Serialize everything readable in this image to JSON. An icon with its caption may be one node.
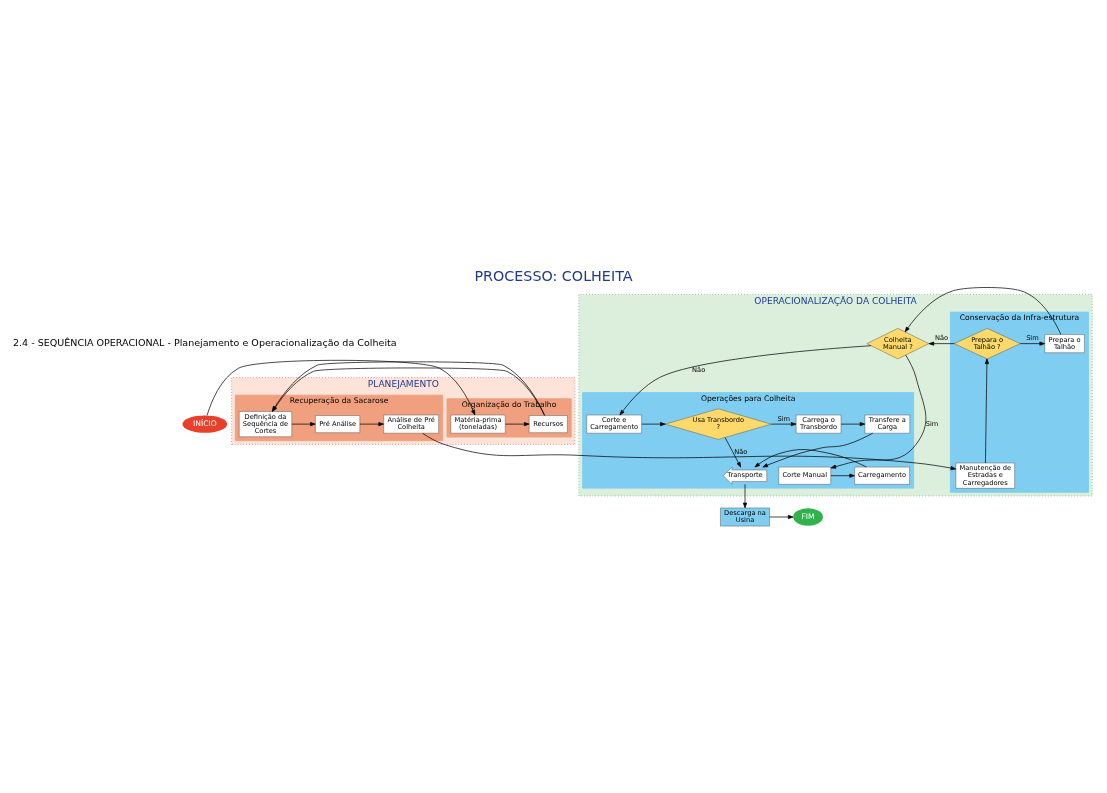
{
  "diagram": {
    "title": "PROCESSO: COLHEITA",
    "nodes": [
      {
        "text": [
          "INÍCIO"
        ]
      },
      {
        "text": [
          "PLANEJAMENTO"
        ]
      },
      {
        "text": [
          "Organização do Trabalho"
        ],
        "in": 1
      },
      {
        "text": [
          "Matéria-prima (toneladas)"
        ],
        "in": 2
      },
      {
        "text": [
          "Recursos"
        ],
        "in": 2
      },
      {
        "text": [
          "Recuperação da Sacarose"
        ],
        "in": 1
      },
      {
        "text": [
          "Definição da Sequência de Cortes"
        ],
        "in": 5
      },
      {
        "text": [
          "Pré Análise"
        ],
        "in": 5
      },
      {
        "text": [
          "Análise de Pré Colheita"
        ],
        "in": 5
      },
      {
        "text": [
          "OPERACIONALIZAÇÃO DA COLHEITA"
        ]
      },
      {
        "text": [
          "Operações para Colheita"
        ],
        "in": 9
      },
      {
        "text": [
          "Transporte"
        ],
        "in": 10
      },
      {
        "text": [
          "Carregamento"
        ],
        "in": 10
      },
      {
        "text": [
          "Corte Manual"
        ],
        "in": 10
      },
      {
        "text": [
          "Transfere a Carga"
        ],
        "in": 10
      },
      {
        "text": [
          "Carrega o Transbordo"
        ],
        "in": 10
      },
      {
        "text": [
          "Usa Transbordo ?"
        ],
        "in": 10
      },
      {
        "text": [
          "Corte e Carregamento"
        ],
        "in": 10
      },
      {
        "text": [
          "Colheita Manual ?"
        ],
        "in": 9
      },
      {
        "text": [
          "Conservação da Infra-estrutura"
        ],
        "in": 9
      },
      {
        "text": [
          "Manutenção de Estradas e Carregadores"
        ],
        "in": 19
      },
      {
        "text": [
          "Prepara o Talhão"
        ],
        "in": 19
      },
      {
        "text": [
          "Prepara o Talhão ?"
        ],
        "in": 19
      },
      {
        "text": [
          "Descarga na Usina"
        ]
      },
      {
        "text": [
          "FIM"
        ]
      }
    ],
    "edges": [
      {
        "from": 0,
        "to": 3,
        "arrow": "to"
      },
      {
        "from": 3,
        "to": 4,
        "arrow": "to"
      },
      {
        "from": 4,
        "to": 6,
        "arrow": "to"
      },
      {
        "from": 6,
        "to": 7,
        "arrow": "to"
      },
      {
        "from": 7,
        "to": 8,
        "arrow": "to"
      },
      {
        "from": 8,
        "to": 20,
        "arrow": "to"
      },
      {
        "from": 20,
        "to": 22,
        "arrow": "to"
      },
      {
        "from": 22,
        "to": 21,
        "arrow": "to",
        "label": "Sim"
      },
      {
        "from": 22,
        "to": 18,
        "arrow": "to",
        "label": "Não"
      },
      {
        "from": 21,
        "to": 18,
        "arrow": "to"
      },
      {
        "from": 18,
        "to": 13,
        "arrow": "to",
        "label": "Sim"
      },
      {
        "from": 18,
        "to": 17,
        "arrow": "to",
        "label": "Não"
      },
      {
        "from": 13,
        "to": 12,
        "arrow": "to"
      },
      {
        "from": 12,
        "to": 11,
        "arrow": "to"
      },
      {
        "from": 17,
        "to": 16,
        "arrow": "to"
      },
      {
        "from": 16,
        "to": 15,
        "arrow": "to",
        "label": "Sim"
      },
      {
        "from": 16,
        "to": 11,
        "arrow": "to",
        "label": "Não"
      },
      {
        "from": 15,
        "to": 14,
        "arrow": "to"
      },
      {
        "from": 14,
        "to": 11,
        "arrow": "to"
      },
      {
        "from": 11,
        "to": 23,
        "arrow": "to"
      },
      {
        "from": 23,
        "to": 24,
        "arrow": "to"
      }
    ],
    "labels": [
      "2.4 - SEQUÊNCIA OPERACIONAL - Planejamento e Operacionalização da Colheita"
    ]
  }
}
